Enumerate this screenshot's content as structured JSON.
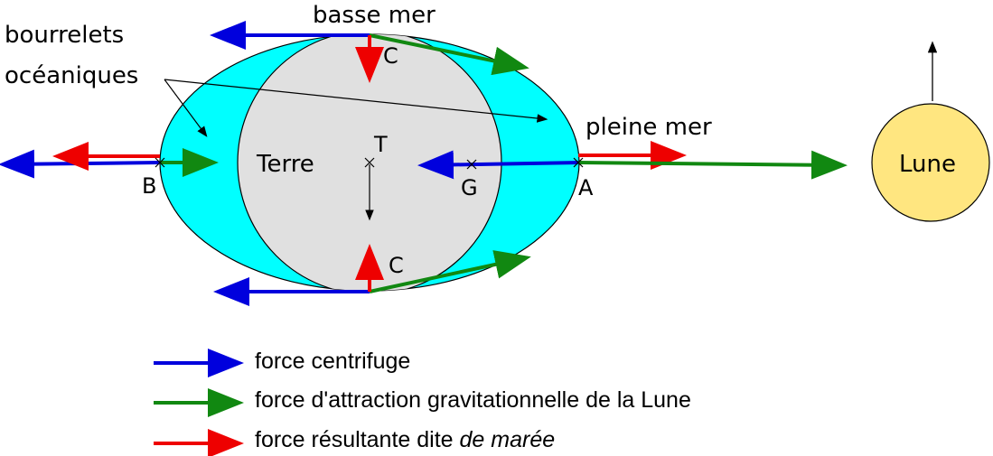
{
  "labels": {
    "basse_mer": "basse mer",
    "pleine_mer": "pleine mer",
    "bourrelets_line1": "bourrelets",
    "bourrelets_line2": "océaniques",
    "terre": "Terre",
    "lune": "Lune",
    "point_T": "T",
    "point_G": "G",
    "point_A": "A",
    "point_B": "B",
    "point_C_top": "C",
    "point_C_bottom": "C"
  },
  "legend": {
    "centrifuge": "force centrifuge",
    "attraction": "force d'attraction gravitationnelle de la Lune",
    "resultante_prefix": "force résultante dite ",
    "resultante_italic": "de marée"
  },
  "colors": {
    "ocean": "#00ffff",
    "earth": "#e0e0e0",
    "moon": "#ffe680",
    "centrifugal": "#0000dd",
    "attraction": "#118811",
    "tidal": "#ee0000"
  }
}
